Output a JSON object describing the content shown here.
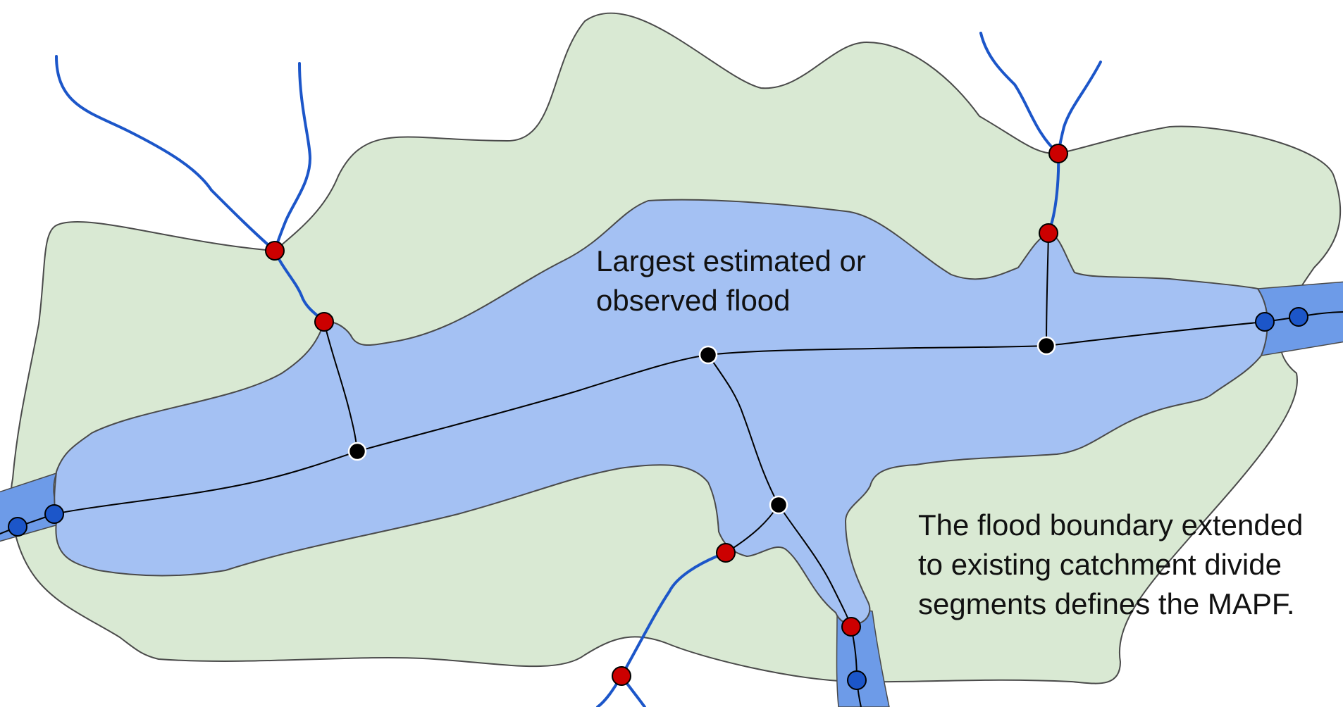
{
  "labels": {
    "flood_line1": "Largest estimated or",
    "flood_line2": "observed flood",
    "mapf_line1": "The flood boundary extended",
    "mapf_line2": "to existing catchment divide",
    "mapf_line3": "segments defines the MAPF."
  },
  "colors": {
    "catchment_fill": "#d9e9d3",
    "catchment_stroke": "#4a4a4a",
    "flood_fill": "#a4c1f3",
    "channel_fill": "#6d9be8",
    "stream": "#1c56c9",
    "divide_line": "#000000",
    "red_node": "#cc0000",
    "blue_node": "#1c56c9",
    "black_node": "#000000"
  },
  "legend_nodes": {
    "red": "catchment-outlet-node",
    "blue": "channel-node",
    "black": "divide-junction-node"
  }
}
